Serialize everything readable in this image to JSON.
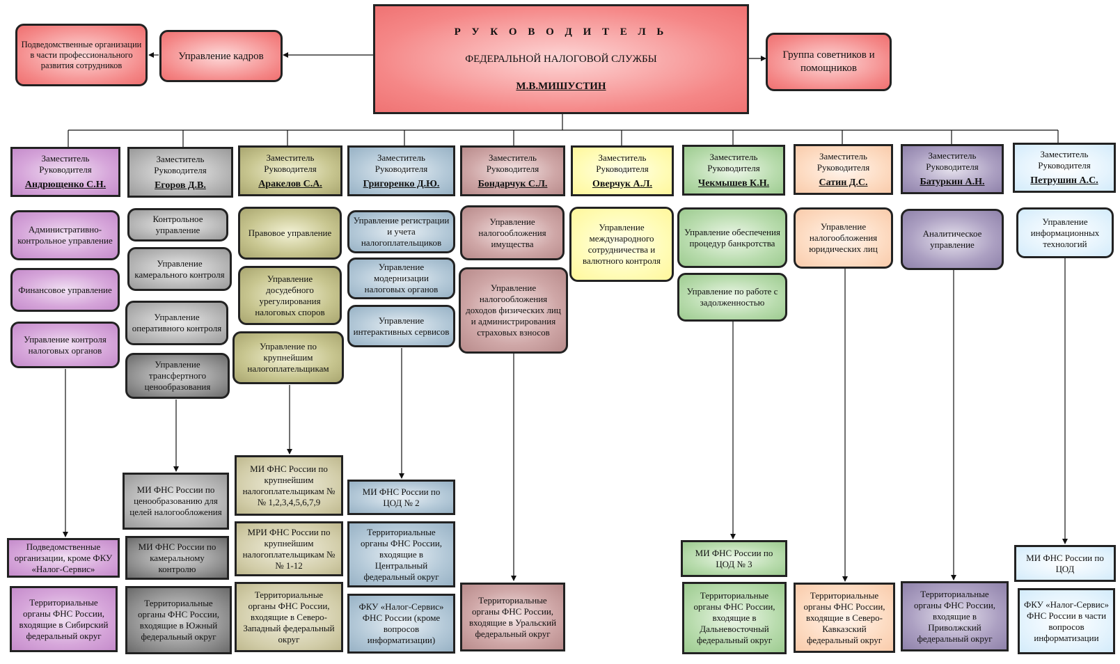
{
  "chief": {
    "title": "Р У К О В О Д И Т Е Л Ь",
    "subtitle": "ФЕДЕРАЛЬНОЙ НАЛОГОВОЙ СЛУЖБЫ",
    "name": "М.В.МИШУСТИН"
  },
  "top": {
    "hr": "Управление кадров",
    "hr_sub": "Подведомственные организации в части профессионального развития сотрудников",
    "advisors": "Группа советников и помощников"
  },
  "deputy_label": "Заместитель Руководителя",
  "deputies": [
    {
      "name": "Андрющенко С.Н.",
      "units": [
        "Административно-контрольное управление",
        "Финансовое управление",
        "Управление контроля налоговых органов"
      ],
      "bottom": [
        "Подведомственные организации, кроме ФКУ «Налог-Сервис»",
        "Территориальные органы ФНС России, входящие в Сибирский федеральный округ"
      ]
    },
    {
      "name": "Егоров Д.В.",
      "units": [
        "Контрольное управление",
        "Управление камерального контроля",
        "Управление оперативного контроля",
        "Управление трансфертного ценообразования"
      ],
      "bottom": [
        "МИ ФНС России по ценообразованию для целей налогообложения",
        "МИ ФНС России по камеральному контролю",
        "Территориальные органы ФНС России, входящие в Южный федеральный округ"
      ]
    },
    {
      "name": "Аракелов С.А.",
      "units": [
        "Правовое управление",
        "Управление досудебного урегулирования налоговых споров",
        "Управление по крупнейшим налогоплательщикам"
      ],
      "bottom": [
        "МИ ФНС России по крупнейшим налогоплательщикам №№ 1,2,3,4,5,6,7,9",
        "МРИ ФНС России по крупнейшим налогоплательщикам №№ 1-12",
        "Территориальные органы ФНС России, входящие в Северо-Западный федеральный округ"
      ]
    },
    {
      "name": "Григоренко Д.Ю.",
      "units": [
        "Управление регистрации и учета налогоплательщиков",
        "Управление модернизации налоговых органов",
        "Управление интерактивных сервисов"
      ],
      "bottom": [
        "МИ ФНС России по ЦОД № 2",
        "Территориальные органы ФНС России, входящие в Центральный федеральный округ",
        "ФКУ «Налог-Сервис» ФНС России (кроме вопросов информатизации)"
      ]
    },
    {
      "name": "Бондарчук С.Л.",
      "units": [
        "Управление налогообложения имущества",
        "Управление налогообложения доходов физических лиц и администрирования страховых взносов"
      ],
      "bottom": [
        "Территориальные органы ФНС России, входящие в Уральский федеральный округ"
      ]
    },
    {
      "name": "Оверчук А.Л.",
      "units": [
        "Управление международного сотрудничества и валютного контроля"
      ],
      "bottom": []
    },
    {
      "name": "Чекмышев К.Н.",
      "units": [
        "Управление обеспечения процедур банкротства",
        "Управление по работе с задолженностью"
      ],
      "bottom": [
        "МИ ФНС России по ЦОД № 3",
        "Территориальные органы ФНС России, входящие в Дальневосточный федеральный округ"
      ]
    },
    {
      "name": "Сатин Д.С.",
      "units": [
        "Управление налогообложения юридических лиц"
      ],
      "bottom": [
        "Территориальные органы ФНС России, входящие в Северо-Кавказский федеральный округ"
      ]
    },
    {
      "name": "Батуркин А.Н.",
      "units": [
        "Аналитическое управление"
      ],
      "bottom": [
        "Территориальные органы ФНС России, входящие в Приволжский федеральный округ"
      ]
    },
    {
      "name": "Петрушин А.С.",
      "units": [
        "Управление информационных технологий"
      ],
      "bottom": [
        "МИ ФНС России по ЦОД",
        "ФКУ «Налог-Сервис» ФНС России в части вопросов информатизации"
      ]
    }
  ]
}
